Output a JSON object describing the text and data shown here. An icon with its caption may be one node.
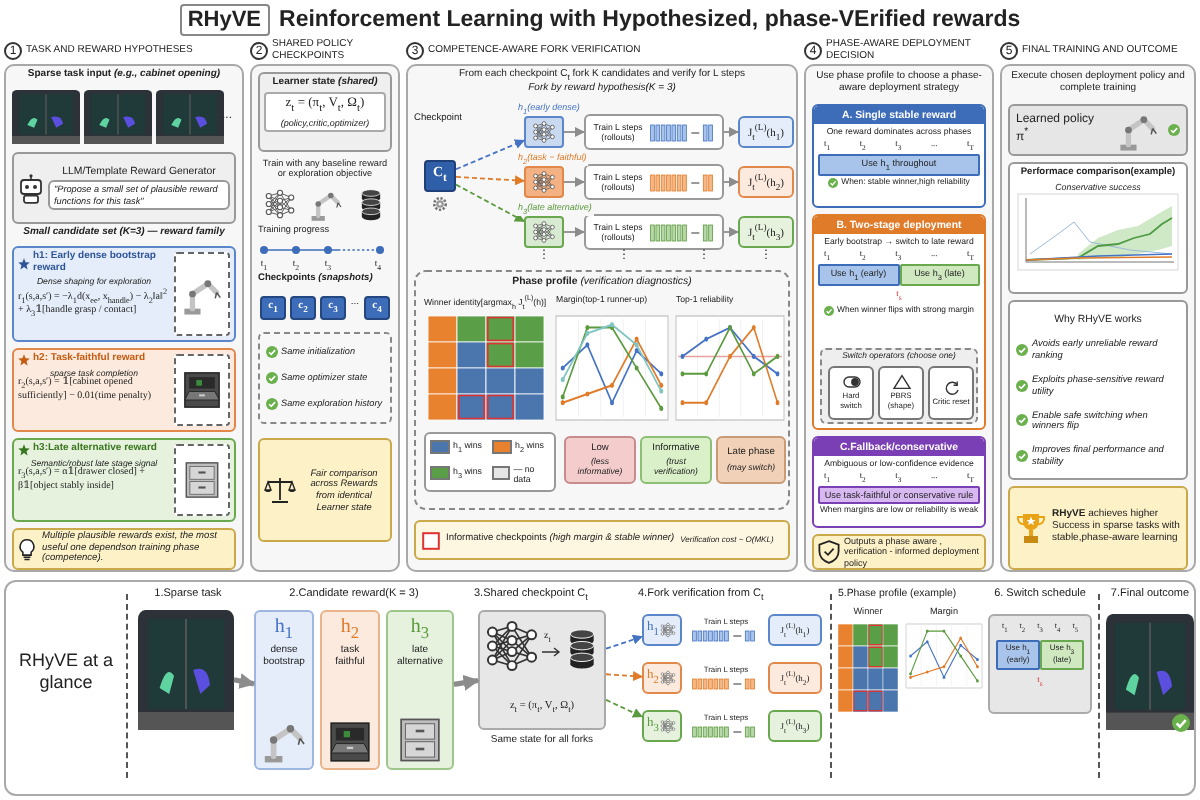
{
  "diagram": {
    "title": "Reinforcement Learning with Hypothesized, phase-VErified rewards",
    "nodes": [
      {
        "text": [
          "1",
          "TASK AND REWARD HYPOTHESES"
        ]
      },
      {
        "text": [
          "LLM/Template Reward Generator",
          "\"Propose a small set of plausible reward functions for this task\""
        ],
        "in": 0
      },
      {
        "text": [
          "h1: Early dense bootstrap reward",
          "Dense shaping for exploration",
          "r$_{1}$(s,a,s′) = −λ$_{1}$d(x$_{ee}$, x$_{handle}$) − λ$_{2}$‖a‖$^{2}$ + λ$_{3}$𝟙[handle grasp / contact]"
        ],
        "in": 0
      },
      {
        "text": [
          "h2: Task-faithful reward",
          "sparse task completion",
          "r$_{2}$(s,a,s′) = 𝟙[cabinet opened sufficiently] − 0.01(time penalty)"
        ],
        "in": 0
      },
      {
        "text": [
          "h3:Late alternative reward",
          "Semantic/robust late stage signal",
          "r$_{3}$(s,a,s′) = α𝟙[drawer closed] + β𝟙[object stably inside]"
        ],
        "in": 0
      },
      {
        "text": [
          "Multiple plausible rewards exist, the most useful one dependson training phase (competence)."
        ],
        "in": 0
      },
      {
        "text": [
          "2",
          "SHARED POLICY CHECKPOINTS"
        ]
      },
      {
        "text": [
          "Learner state *(shared)*",
          "z$_{t}$ = (π$_{t}$, V$_{t}$, Ω$_{t}$)",
          "(policy,critic,optimizer)"
        ],
        "in": 6
      },
      {
        "text": [
          "c$_{1}$"
        ],
        "in": 6
      },
      {
        "text": [
          "c$_{2}$"
        ],
        "in": 6
      },
      {
        "text": [
          "c$_{3}$"
        ],
        "in": 6
      },
      {
        "text": [
          "c$_{4}$"
        ],
        "in": 6
      },
      {
        "text": [
          "Same initialization",
          "Same optimizer state",
          "Same exploration history"
        ],
        "in": 6
      },
      {
        "text": [
          "Fair comparison across Rewards from identical Learner state"
        ],
        "in": 6
      },
      {
        "text": [
          "3",
          "COMPETENCE-AWARE FORK VERIFICATION"
        ]
      },
      {
        "text": [
          "C$_{t}$"
        ],
        "in": 14
      },
      {
        "text": [],
        "shape": "box",
        "in": 14
      },
      {
        "text": [],
        "shape": "box",
        "in": 14
      },
      {
        "text": [],
        "shape": "box",
        "in": 14
      },
      {
        "text": [
          "Train L steps (rollouts)"
        ],
        "in": 14
      },
      {
        "text": [
          "Train L steps (rollouts)"
        ],
        "in": 14
      },
      {
        "text": [
          "Train L steps (rollouts)"
        ],
        "in": 14
      },
      {
        "text": [
          "J$_{t}$$^{(L)}$(h$_{1}$)"
        ],
        "in": 14
      },
      {
        "text": [
          "J$_{t}$$^{(L)}$(h$_{2}$)"
        ],
        "in": 14
      },
      {
        "text": [
          "J$_{t}$$^{(L)}$(h$_{3}$)"
        ],
        "in": 14
      },
      {
        "text": [
          "**Phase profile** *(verification diagnostics)*"
        ],
        "in": 14
      },
      {
        "text": [
          "Low",
          "(less informative)"
        ],
        "in": 25
      },
      {
        "text": [
          "Informative",
          "(trust verification)"
        ],
        "in": 25
      },
      {
        "text": [
          "Late phase",
          "(may switch)"
        ],
        "in": 25
      },
      {
        "text": [
          "Informative checkpoints *(high margin & stable winner)*",
          "Verification cost ~ O(MKL)"
        ],
        "in": 14
      },
      {
        "text": [
          "4",
          "PHASE-AWARE DEPLOYMENT DECISION"
        ]
      },
      {
        "text": [
          "A. Single stable reward",
          "One reward dominates across phases",
          "t$_{1}$",
          "t$_{2}$",
          "t$_{3}$",
          "...",
          "t$_{T}$",
          "Use h$_{1}$ throughout",
          "When: stable winner,high reliability"
        ],
        "in": 30
      },
      {
        "text": [
          "B. Two-stage deployment",
          "Early bootstrap → switch to late reward",
          "t$_{1}$",
          "t$_{2}$",
          "t$_{3}$",
          "...",
          "t$_{T}$",
          "Use h$_{1}$ (early)",
          "Use h$_{3}$ (late)",
          "t$_{s}$",
          "When winner flips with strong margin"
        ],
        "in": 30
      },
      {
        "text": [
          "Switch operators (choose one)"
        ],
        "in": 32
      },
      {
        "text": [
          "Hard switch"
        ],
        "in": 33
      },
      {
        "text": [
          "PBRS (shape)"
        ],
        "in": 33
      },
      {
        "text": [
          "Critic reset"
        ],
        "in": 33
      },
      {
        "text": [
          "C.Fallback/conservative",
          "Ambiguous or low-confidence evidence",
          "t$_{1}$",
          "t$_{2}$",
          "t$_{3}$",
          "...",
          "t$_{T}$",
          "Use task-faithful or conservative rule",
          "When margins are low or reliability is weak"
        ],
        "in": 30
      },
      {
        "text": [
          "Outputs a phase aware , verification - informed deployment policy"
        ],
        "in": 30
      },
      {
        "text": [
          "5",
          "FINAL TRAINING AND OUTCOME"
        ]
      },
      {
        "text": [
          "Learned policy π$^{*}$"
        ],
        "in": 39
      },
      {
        "text": [
          "Performace comparison(example)",
          "Conservative success"
        ],
        "in": 39
      },
      {
        "text": [
          "Why RHyVE works",
          "Avoids early unreliable reward ranking",
          "Exploits phase-sensitive reward utility",
          "Enable safe switching when winners flip",
          "Improves final performance and stability"
        ],
        "in": 39
      },
      {
        "text": [
          "**RHyVE** achieves higher Success in sparse tasks with stable,phase-aware learning"
        ],
        "in": 39
      },
      {
        "text": [
          "RHyVE at a glance"
        ]
      },
      {
        "text": [],
        "shape": "picture",
        "in": 44
      },
      {
        "text": [
          "h$_{1}$",
          "dense bootstrap"
        ],
        "in": 44
      },
      {
        "text": [
          "h$_{2}$",
          "task faithful"
        ],
        "in": 44
      },
      {
        "text": [
          "h$_{3}$",
          "late alternative"
        ],
        "in": 44
      },
      {
        "text": [
          "z$_{t}$",
          "z$_{t}$ = (π$_{t}$, V$_{t}$, Ω$_{t}$)"
        ],
        "in": 44,
        "beside": [
          "Same state for all forks"
        ]
      },
      {
        "text": [
          "h$_{1}$"
        ],
        "in": 44
      },
      {
        "text": [
          "h$_{2}$"
        ],
        "in": 44
      },
      {
        "text": [
          "h$_{3}$"
        ],
        "in": 44
      },
      {
        "text": [
          "Train L steps"
        ],
        "in": 44
      },
      {
        "text": [
          "Train L steps"
        ],
        "in": 44
      },
      {
        "text": [
          "Train L steps"
        ],
        "in": 44
      },
      {
        "text": [
          "J$_{t}$$^{(L)}$(h$_{1}$)"
        ],
        "in": 44
      },
      {
        "text": [
          "J$_{t}$$^{(L)}$(h$_{2}$)"
        ],
        "in": 44
      },
      {
        "text": [
          "J$_{t}$$^{(L)}$(h$_{3}$)"
        ],
        "in": 44
      },
      {
        "text": [
          "t$_{1}$",
          "t$_{2}$",
          "t$_{3}$",
          "t$_{4}$",
          "t$_{5}$",
          "Use h$_{1}$ (early)",
          "Use h$_{3}$ (late)",
          "t$_{s}$"
        ],
        "in": 44
      }
    ],
    "edges": [
      {
        "from": 15,
        "to": 16,
        "arrow": "to",
        "label": "h$_{1}$(early dense)",
        "style": "dashed",
        "color": "#4472c4"
      },
      {
        "from": 15,
        "to": 17,
        "arrow": "to",
        "label": "h$_{2}$(task − faithful)",
        "style": "dashed",
        "color": "#e07b2a"
      },
      {
        "from": 15,
        "to": 18,
        "arrow": "to",
        "label": "h$_{3}$(late alternative)",
        "style": "dashed",
        "color": "#5b9a3e"
      },
      {
        "from": 16,
        "to": 19,
        "arrow": "to"
      },
      {
        "from": 17,
        "to": 20,
        "arrow": "to"
      },
      {
        "from": 18,
        "to": 21,
        "arrow": "to"
      },
      {
        "from": 19,
        "to": 22,
        "arrow": "to"
      },
      {
        "from": 20,
        "to": 23,
        "arrow": "to"
      },
      {
        "from": 21,
        "to": 24,
        "arrow": "to"
      },
      {
        "from": 45,
        "to": 46,
        "arrow": "to",
        "style": "thick"
      },
      {
        "from": 48,
        "to": 49,
        "arrow": "to",
        "style": "thick"
      },
      {
        "from": 49,
        "to": 50,
        "arrow": "to",
        "style": "dashed",
        "color": "#4472c4"
      },
      {
        "from": 49,
        "to": 51,
        "arrow": "to",
        "style": "dashed",
        "color": "#e07b2a"
      },
      {
        "from": 49,
        "to": 52,
        "arrow": "to",
        "style": "dashed",
        "color": "#5b9a3e"
      }
    ],
    "labels": [
      "RHyVE",
      "Sparse task input *(e.g., cabinet opening)*",
      "...",
      "Small candidate set (K=3) — reward family",
      "Train with any baseline reward or exploration objective",
      "Training progress",
      "t$_{1}$",
      "t$_{2}$",
      "t$_{3}$",
      "t$_{4}$",
      "Checkpoints *(snapshots)*",
      "...",
      "From each checkpoint C$_{t}$ fork K candidates and verify for L steps",
      "Fork by reward hypothesis(K = 3)",
      "Checkpoint",
      "⋮",
      "⋮",
      "⋮",
      "⋮",
      "Winner identity[argmax$_{h}$ J$_{t}$$^{(L)}$(h)]",
      "Margin(top-1 runner-up)",
      "Top-1 reliability",
      "Use phase profile to choose a phase-aware deployment strategy",
      "Execute chosen deployment policy and complete training",
      "1.Sparse task",
      "2.Candidate reward(K = 3)",
      "3.Shared checkpoint C$_{t}$",
      "4.Fork verification from C$_{t}$",
      "5.Phase profile (example)",
      "Winner",
      "Margin",
      "6. Switch schedule",
      "7.Final outcome"
    ],
    "legend": [
      {
        "text": "h$_{1}$ wins",
        "color": "#4a76ad"
      },
      {
        "text": "h$_{2}$ wins",
        "color": "#e8822e"
      },
      {
        "text": "h$_{3}$ wins",
        "color": "#5a9e48"
      },
      {
        "text": "— no data",
        "color": "#e6e6e6"
      }
    ]
  }
}
